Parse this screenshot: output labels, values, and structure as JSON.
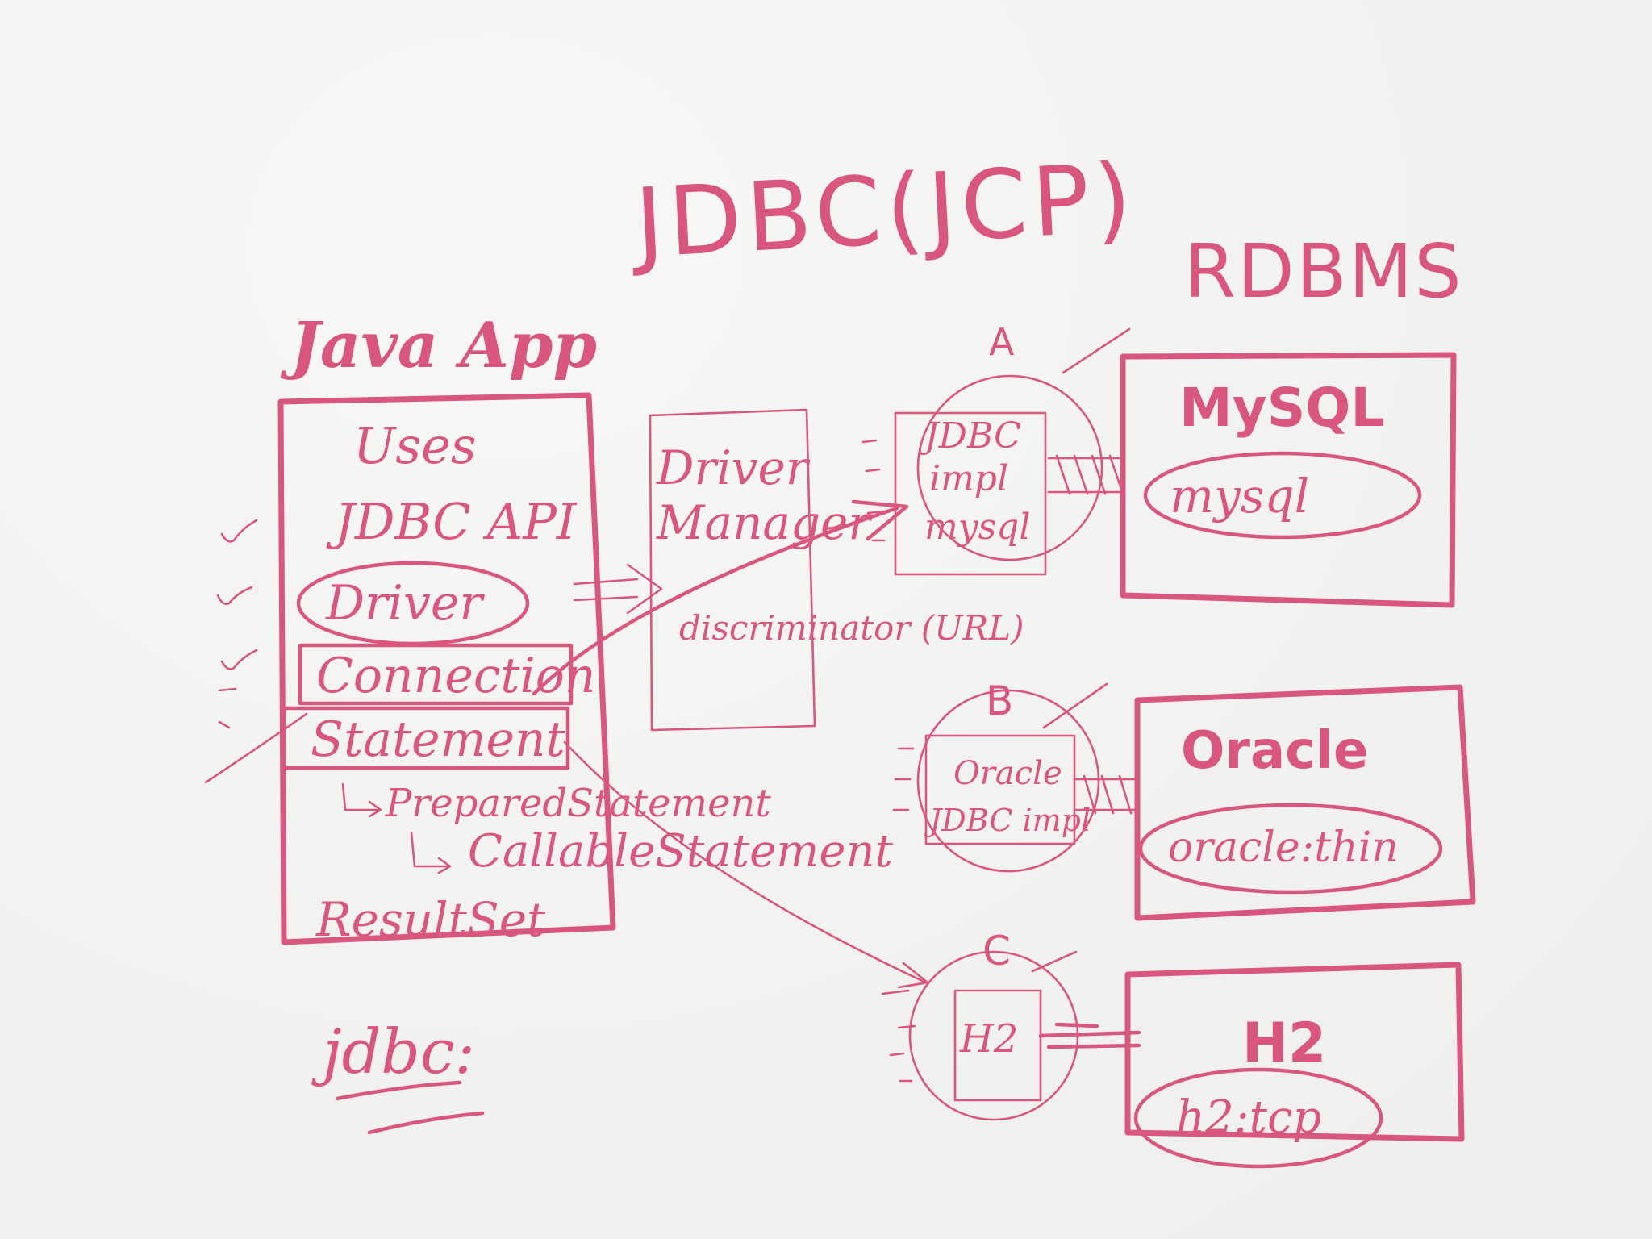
{
  "ink_color": "#d9577f",
  "background_color": "#f3f3f2",
  "title": "JDBC(JCP)",
  "java_app": {
    "heading": "Java App",
    "uses": "Uses",
    "api": "JDBC API",
    "items": [
      "Driver",
      "Connection",
      "Statement"
    ],
    "prepared": "PreparedStatement",
    "callable": "CallableStatement",
    "resultset": "ResultSet",
    "prefix": "jdbc:"
  },
  "driver_manager": {
    "line1": "Driver",
    "line2": "Manager",
    "discriminator": "discriminator (URL)"
  },
  "rdbms": {
    "heading": "RDBMS",
    "databases": [
      {
        "marker": "A",
        "impl_lines": [
          "JDBC",
          "impl",
          "mysql"
        ],
        "name": "MySQL",
        "url": "mysql"
      },
      {
        "marker": "B",
        "impl_lines": [
          "Oracle",
          "JDBC impl"
        ],
        "name": "Oracle",
        "url": "oracle:thin"
      },
      {
        "marker": "C",
        "impl_lines": [
          "H2"
        ],
        "name": "H2",
        "url": "h2:tcp"
      }
    ]
  }
}
